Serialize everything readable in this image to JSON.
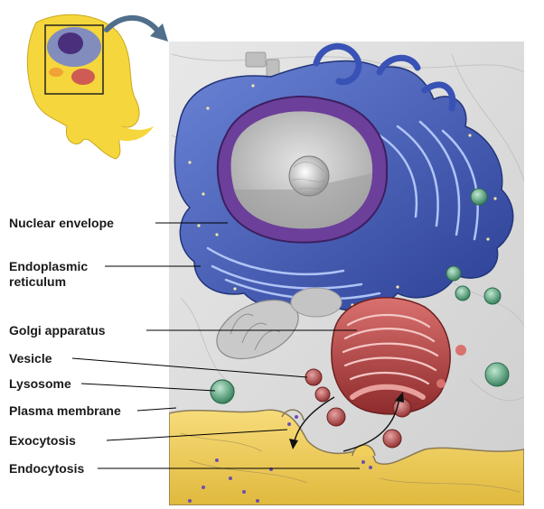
{
  "labels": {
    "nuclear_envelope": "Nuclear envelope",
    "er_line1": "Endoplasmic",
    "er_line2": "reticulum",
    "golgi": "Golgi apparatus",
    "vesicle": "Vesicle",
    "lysosome": "Lysosome",
    "plasma_membrane": "Plasma membrane",
    "exocytosis": "Exocytosis",
    "endocytosis": "Endocytosis"
  },
  "colors": {
    "er_blue": "#3f5ebd",
    "nucleus_purple": "#7b3f9e",
    "golgi_red": "#b5393a",
    "lysosome_green": "#4f9b78",
    "plasma_yellow": "#f0cf5a",
    "cytoplasm_gray": "#d9d9d9",
    "thumbnail_cell_yellow": "#f5d63c",
    "callout_arrow": "#4f6f8a"
  },
  "icons": [
    "zoom-callout-arrow-icon"
  ]
}
